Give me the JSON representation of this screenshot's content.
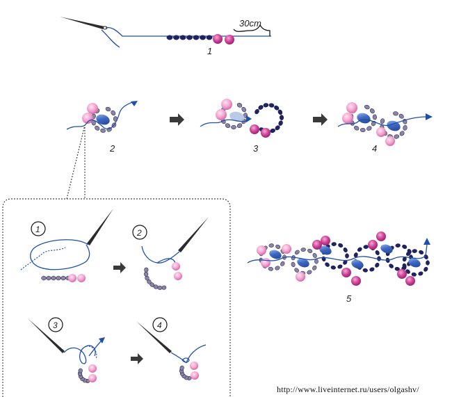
{
  "labels": {
    "measure": "30cm",
    "step1": "1",
    "step2": "2",
    "step3": "3",
    "step4": "4",
    "step5": "5",
    "inset1": "1",
    "inset2": "2",
    "inset3": "3",
    "inset4": "4"
  },
  "footer": {
    "url": "http://www.liveinternet.ru/users/olgashv/"
  },
  "colors": {
    "thread": "#1f4fa8",
    "seed_bead": "#8b82a8",
    "dark_bead": "#1f2366",
    "pink_bead": "#e78fc0",
    "magenta_bead": "#c63a8e",
    "blue_bead": "#4a74c9",
    "needle": "#2b2b2b",
    "arrow": "#3a3a3a"
  },
  "icons": [
    "needle-icon",
    "arrow-right-icon",
    "bead-icon"
  ]
}
